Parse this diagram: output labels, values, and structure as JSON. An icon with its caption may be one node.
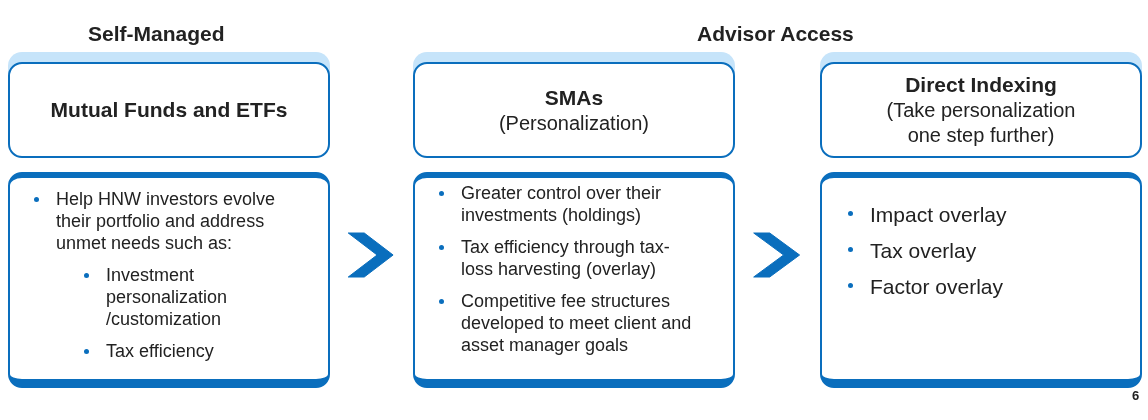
{
  "diagram": {
    "nodes": [
      {
        "text": [
          "Mutual Funds and ETFs"
        ]
      },
      {
        "text": [
          "Help HNW investors evolve their portfolio and address unmet needs such as:",
          "Investment personalization /customization",
          "Tax efficiency"
        ]
      },
      {
        "text": [
          "SMAs",
          "(Personalization)"
        ]
      },
      {
        "text": [
          "Greater control over their investments (holdings)",
          "Tax efficiency through tax-loss harvesting (overlay)",
          "Competitive fee structures developed to meet client and asset manager goals"
        ]
      },
      {
        "text": [
          "Direct Indexing",
          "(Take personalization one step further)"
        ]
      },
      {
        "text": [
          "Impact overlay",
          "Tax overlay",
          "Factor overlay"
        ]
      }
    ],
    "edges": [
      {
        "from": 1,
        "to": 3,
        "arrow": "to"
      },
      {
        "from": 3,
        "to": 5,
        "arrow": "to"
      }
    ],
    "labels": [
      "Self-Managed",
      "Advisor Access",
      "6"
    ]
  }
}
